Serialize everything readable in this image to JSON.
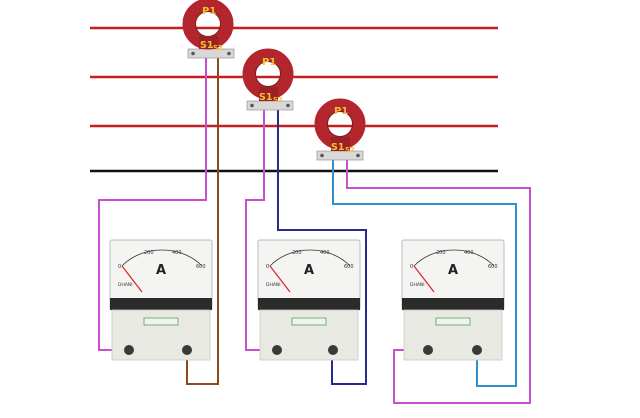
{
  "transformers": [
    {
      "id": "ct1",
      "primary_label": "P1",
      "s1_label": "S1",
      "s2_label": "S2"
    },
    {
      "id": "ct2",
      "primary_label": "P1",
      "s1_label": "S1",
      "s2_label": "S2"
    },
    {
      "id": "ct3",
      "primary_label": "P1",
      "s1_label": "S1",
      "s2_label": "S2"
    }
  ],
  "meters": [
    {
      "id": "m1",
      "unit": "A",
      "brand": "DHANI",
      "scale": [
        "0",
        "200",
        "400",
        "600"
      ]
    },
    {
      "id": "m2",
      "unit": "A",
      "brand": "DHANI",
      "scale": [
        "0",
        "200",
        "400",
        "600"
      ]
    },
    {
      "id": "m3",
      "unit": "A",
      "brand": "DHANI",
      "scale": [
        "0",
        "200",
        "400",
        "600"
      ]
    }
  ],
  "colors": {
    "phase_line": "#c41e1e",
    "neutral_line": "#111111",
    "wire_s1": "#c84fd0",
    "wire_s2_ct1": "#8b4a1c",
    "wire_s2_ct2": "#2a2a8c",
    "wire_s1_ct3": "#2f8fc8",
    "ct_core": "#b3262e"
  }
}
